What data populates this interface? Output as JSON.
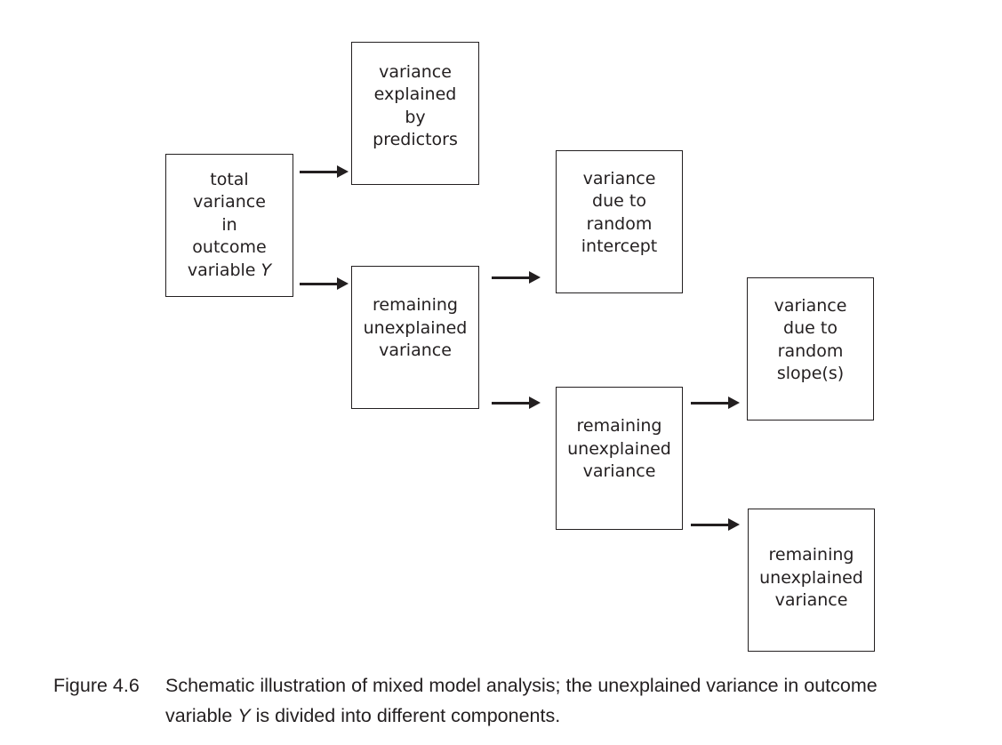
{
  "diagram": {
    "boxes": {
      "total": {
        "lines": [
          "total",
          "variance",
          "in",
          "outcome"
        ],
        "last_line_text": "variable ",
        "last_line_var": "Y"
      },
      "explained": {
        "lines": [
          "variance",
          "explained",
          "by",
          "predictors"
        ]
      },
      "remaining1": {
        "lines": [
          "remaining",
          "unexplained",
          "variance"
        ]
      },
      "intercept": {
        "lines": [
          "variance",
          "due to",
          "random",
          "intercept"
        ]
      },
      "remaining2": {
        "lines": [
          "remaining",
          "unexplained",
          "variance"
        ]
      },
      "slopes": {
        "lines": [
          "variance",
          "due to",
          "random",
          "slope(s)"
        ]
      },
      "remaining3": {
        "lines": [
          "remaining",
          "unexplained",
          "variance"
        ]
      }
    }
  },
  "caption": {
    "label": "Figure 4.6",
    "line1": "Schematic illustration of mixed model analysis; the unexplained variance in outcome",
    "line2_pre": "variable ",
    "line2_var": "Y",
    "line2_post": " is divided into different components."
  },
  "colors": {
    "ink": "#231f20",
    "background": "#ffffff"
  }
}
